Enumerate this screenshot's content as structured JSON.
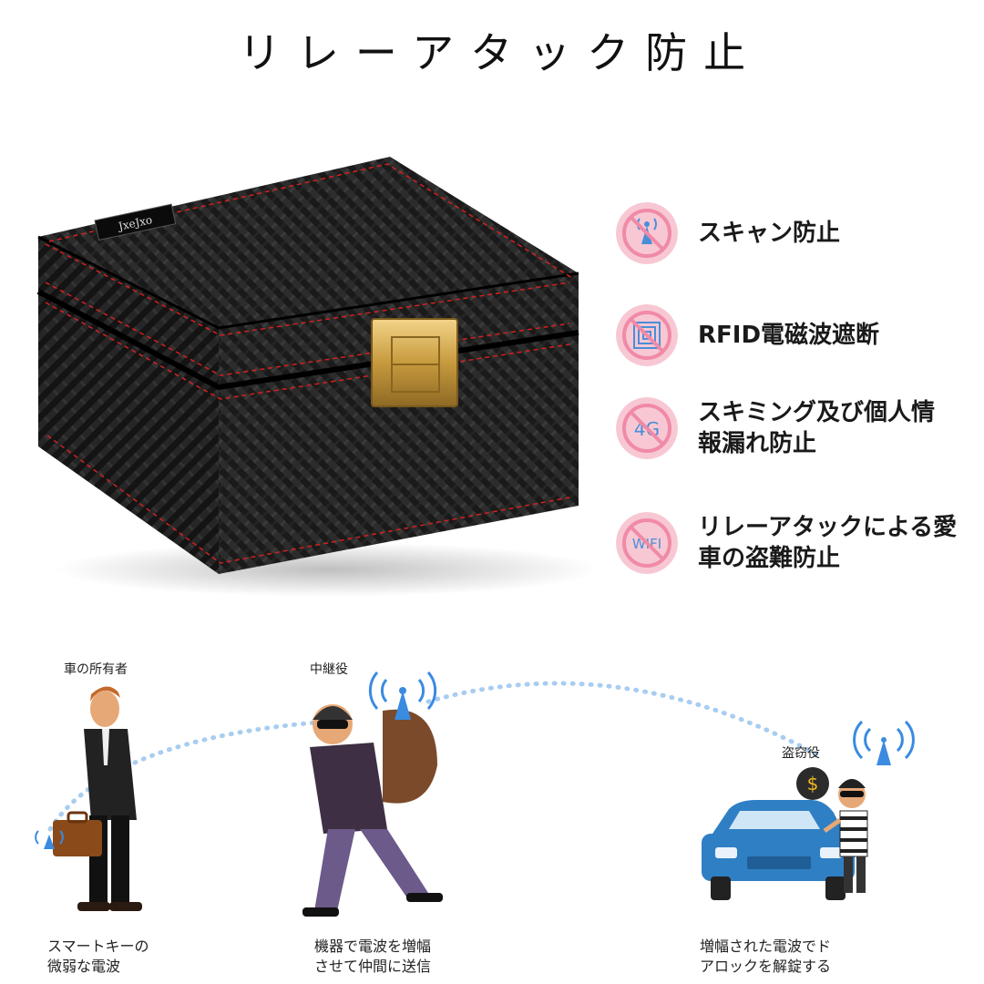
{
  "title": "リレーアタック防止",
  "product": {
    "brand_logo": "JxeJxo"
  },
  "features": [
    {
      "icon": "no-signal-icon",
      "text_lines": [
        "スキャン防止"
      ]
    },
    {
      "icon": "no-rfid-icon",
      "text_lines": [
        "RFID電磁波遮断"
      ]
    },
    {
      "icon": "no-4g-icon",
      "icon_text": "4G",
      "text_lines": [
        "スキミング及び個人情",
        "報漏れ防止"
      ]
    },
    {
      "icon": "no-wifi-icon",
      "icon_text": "WIFI",
      "text_lines": [
        "リレーアタックによる愛",
        "車の盗難防止"
      ]
    }
  ],
  "scene": {
    "owner_label": "車の所有者",
    "relay_label": "中継役",
    "thief_label": "盗窃役",
    "captions": {
      "owner": [
        "スマートキーの",
        "微弱な電波"
      ],
      "relay": [
        "機器で電波を増幅",
        "させて仲間に送信"
      ],
      "thief": [
        "増幅された電波でド",
        "アロックを解錠する"
      ]
    },
    "dollar_sign": "$"
  },
  "colors": {
    "icon_bg": "#f7c8d4",
    "icon_slash": "#f08aa6",
    "icon_blue": "#4a8fd8",
    "signal_blue": "#3b8be0",
    "car_blue": "#2f7fc4",
    "stitch_red": "#d62020",
    "latch_gold": "#d7a94a"
  }
}
